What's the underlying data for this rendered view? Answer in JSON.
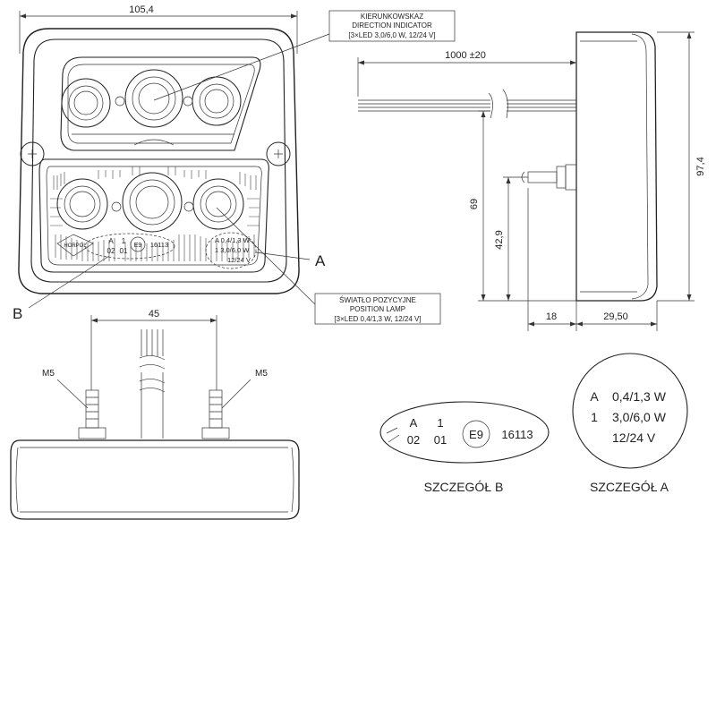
{
  "dimensions": {
    "front_width": "105,4",
    "cable_length": "1000 ±20",
    "height_total": "97,4",
    "stud_offset_69": "69",
    "stud_offset_429": "42,9",
    "stud_length": "18",
    "body_depth": "29,50",
    "stud_spacing": "45",
    "bolt_left": "M5",
    "bolt_right": "M5"
  },
  "callouts": {
    "direction_indicator": {
      "line1": "KIERUNKOWSKAZ",
      "line2": "DIRECTION INDICATOR",
      "line3": "[3×LED 3,0/6,0 W, 12/24 V]"
    },
    "position_lamp": {
      "line1": "ŚWIATŁO POZYCYJNE",
      "line2": "POSITION LAMP",
      "line3": "[3×LED 0,4/1,3 W, 12/24 V]"
    },
    "label_a": "A",
    "label_b": "B"
  },
  "lens_markings": {
    "logo": "HORPOL",
    "code_a": "A",
    "code_a_num": "02",
    "code_1": "1",
    "code_1_num": "01",
    "emark": "E9",
    "approval": "16113",
    "spec_line1": "A  0,4/1,3 W",
    "spec_line2": "1  3,0/6,0 W",
    "spec_line3": "12/24 V"
  },
  "detail_b": {
    "code_a": "A",
    "code_a_num": "02",
    "code_1": "1",
    "code_1_num": "01",
    "emark": "E9",
    "approval": "16113",
    "title": "SZCZEGÓŁ B"
  },
  "detail_a": {
    "line1_code": "A",
    "line1_value": "0,4/1,3 W",
    "line2_code": "1",
    "line2_value": "3,0/6,0 W",
    "line3_value": "12/24 V",
    "title": "SZCZEGÓŁ A"
  }
}
